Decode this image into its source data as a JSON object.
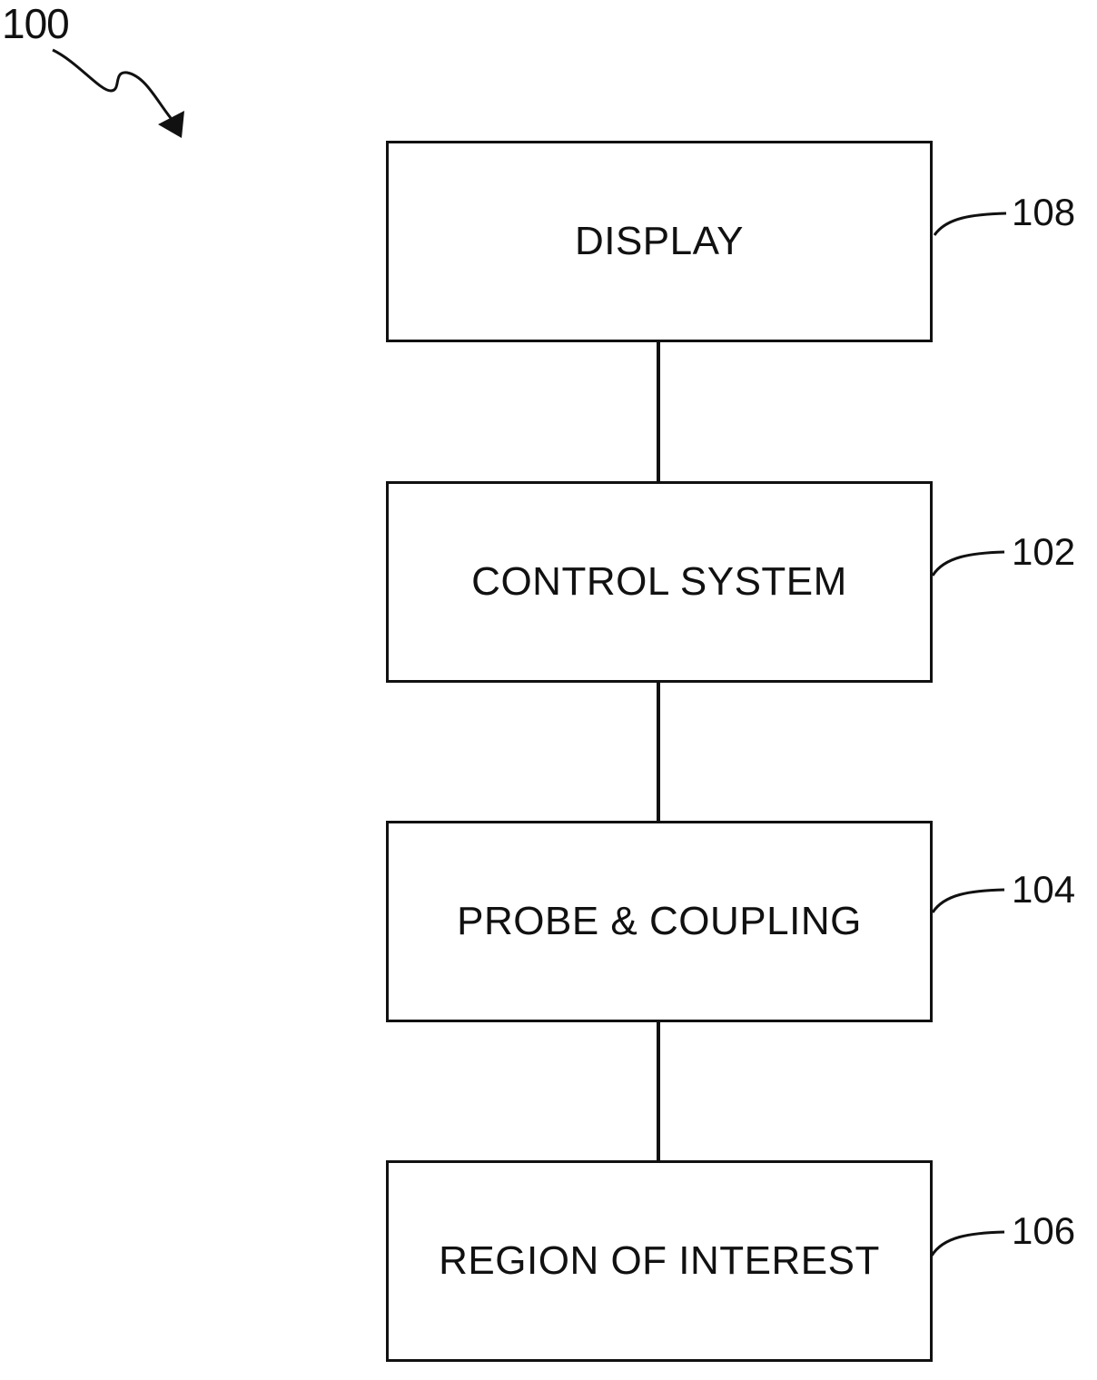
{
  "figure": {
    "number": "100"
  },
  "blocks": [
    {
      "label": "DISPLAY",
      "ref": "108"
    },
    {
      "label": "CONTROL SYSTEM",
      "ref": "102"
    },
    {
      "label": "PROBE & COUPLING",
      "ref": "104"
    },
    {
      "label": "REGION OF INTEREST",
      "ref": "106"
    }
  ]
}
